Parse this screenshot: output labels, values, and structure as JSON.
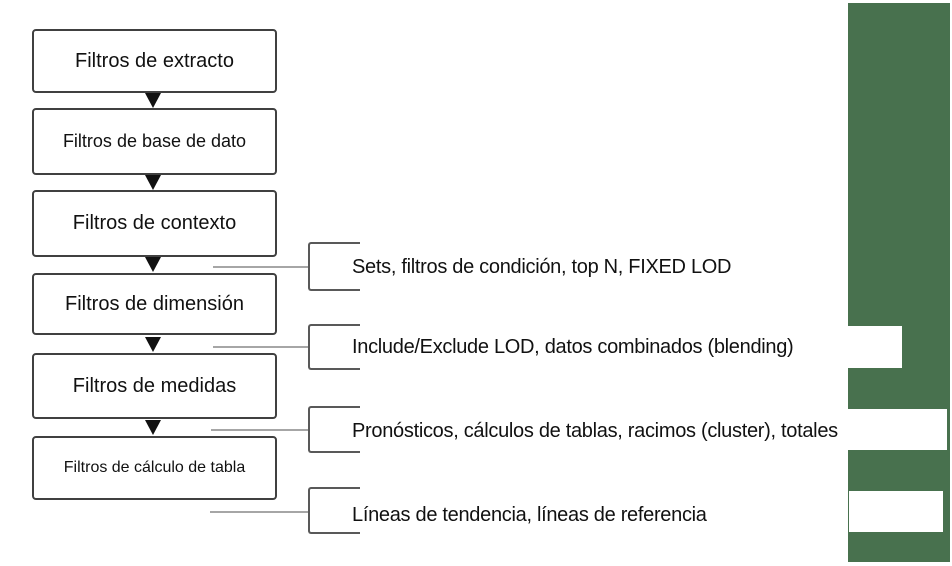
{
  "colors": {
    "green_bar": "#48714e",
    "box_border": "#404040",
    "box_fill": "#ffffff",
    "arrow": "#111111",
    "connector_line": "#a6a6a6",
    "bracket_line": "#595959",
    "text": "#111111"
  },
  "flow_boxes": [
    {
      "label": "Filtros de extracto"
    },
    {
      "label": "Filtros de base de dato"
    },
    {
      "label": "Filtros de contexto"
    },
    {
      "label": "Filtros de dimensión"
    },
    {
      "label": "Filtros de medidas"
    },
    {
      "label": "Filtros de cálculo de tabla"
    }
  ],
  "annotations": [
    {
      "label": "Sets, filtros de condición, top N, FIXED LOD"
    },
    {
      "label": "Include/Exclude LOD, datos combinados (blending)"
    },
    {
      "label": "Pronósticos, cálculos de tablas, racimos (cluster), totales"
    },
    {
      "label": "Líneas de tendencia, líneas de referencia"
    }
  ]
}
